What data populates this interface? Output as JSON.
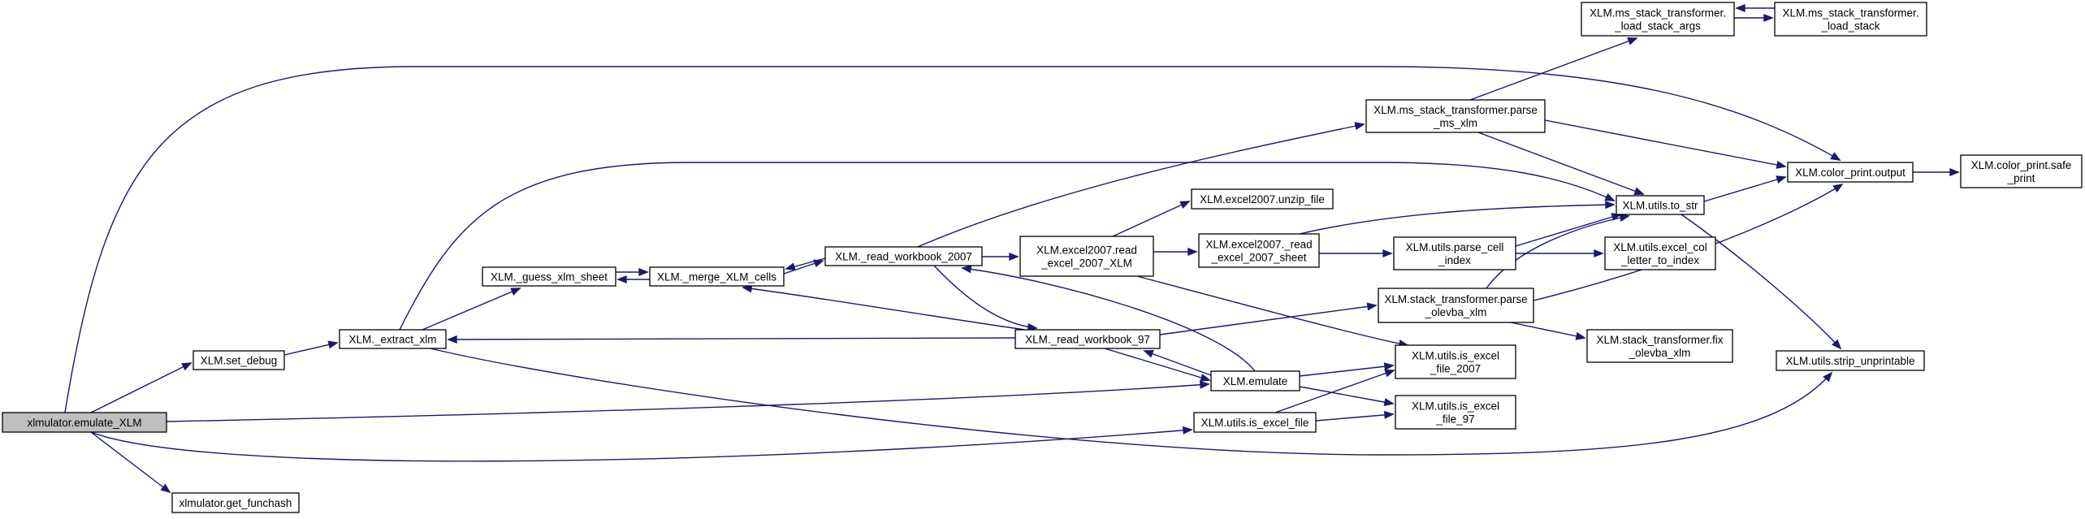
{
  "graph": {
    "nodes": [
      {
        "id": "emulate_xlm",
        "lines": [
          "xlmulator.emulate_XLM"
        ],
        "root": true
      },
      {
        "id": "set_debug",
        "lines": [
          "XLM.set_debug"
        ]
      },
      {
        "id": "get_funchash",
        "lines": [
          "xlmulator.get_funchash"
        ]
      },
      {
        "id": "extract_xlm",
        "lines": [
          "XLM._extract_xlm"
        ]
      },
      {
        "id": "guess_xlm_sheet",
        "lines": [
          "XLM._guess_xlm_sheet"
        ]
      },
      {
        "id": "merge_xlm_cells",
        "lines": [
          "XLM._merge_XLM_cells"
        ]
      },
      {
        "id": "read_workbook_2007",
        "lines": [
          "XLM._read_workbook_2007"
        ]
      },
      {
        "id": "read_workbook_97",
        "lines": [
          "XLM._read_workbook_97"
        ]
      },
      {
        "id": "emulate",
        "lines": [
          "XLM.emulate"
        ]
      },
      {
        "id": "utils_is_excel_file",
        "lines": [
          "XLM.utils.is_excel_file"
        ]
      },
      {
        "id": "excel2007_read",
        "lines": [
          "XLM.excel2007.read",
          "_excel_2007_XLM"
        ]
      },
      {
        "id": "excel2007_unzip",
        "lines": [
          "XLM.excel2007.unzip_file"
        ]
      },
      {
        "id": "excel2007_read_sheet",
        "lines": [
          "XLM.excel2007._read",
          "_excel_2007_sheet"
        ]
      },
      {
        "id": "ms_parse",
        "lines": [
          "XLM.ms_stack_transformer.parse",
          "_ms_xlm"
        ]
      },
      {
        "id": "ms_load_args",
        "lines": [
          "XLM.ms_stack_transformer.",
          "_load_stack_args"
        ]
      },
      {
        "id": "ms_load_stack",
        "lines": [
          "XLM.ms_stack_transformer.",
          "_load_stack"
        ]
      },
      {
        "id": "utils_parse_cell",
        "lines": [
          "XLM.utils.parse_cell",
          "_index"
        ]
      },
      {
        "id": "st_parse",
        "lines": [
          "XLM.stack_transformer.parse",
          "_olevba_xlm"
        ]
      },
      {
        "id": "utils_is_excel_2007",
        "lines": [
          "XLM.utils.is_excel",
          "_file_2007"
        ]
      },
      {
        "id": "utils_is_excel_97",
        "lines": [
          "XLM.utils.is_excel",
          "_file_97"
        ]
      },
      {
        "id": "utils_to_str",
        "lines": [
          "XLM.utils.to_str"
        ]
      },
      {
        "id": "utils_excel_col",
        "lines": [
          "XLM.utils.excel_col",
          "_letter_to_index"
        ]
      },
      {
        "id": "st_fix",
        "lines": [
          "XLM.stack_transformer.fix",
          "_olevba_xlm"
        ]
      },
      {
        "id": "color_output",
        "lines": [
          "XLM.color_print.output"
        ]
      },
      {
        "id": "strip_unprintable",
        "lines": [
          "XLM.utils.strip_unprintable"
        ]
      },
      {
        "id": "color_safe_print",
        "lines": [
          "XLM.color_print.safe",
          "_print"
        ]
      }
    ]
  }
}
